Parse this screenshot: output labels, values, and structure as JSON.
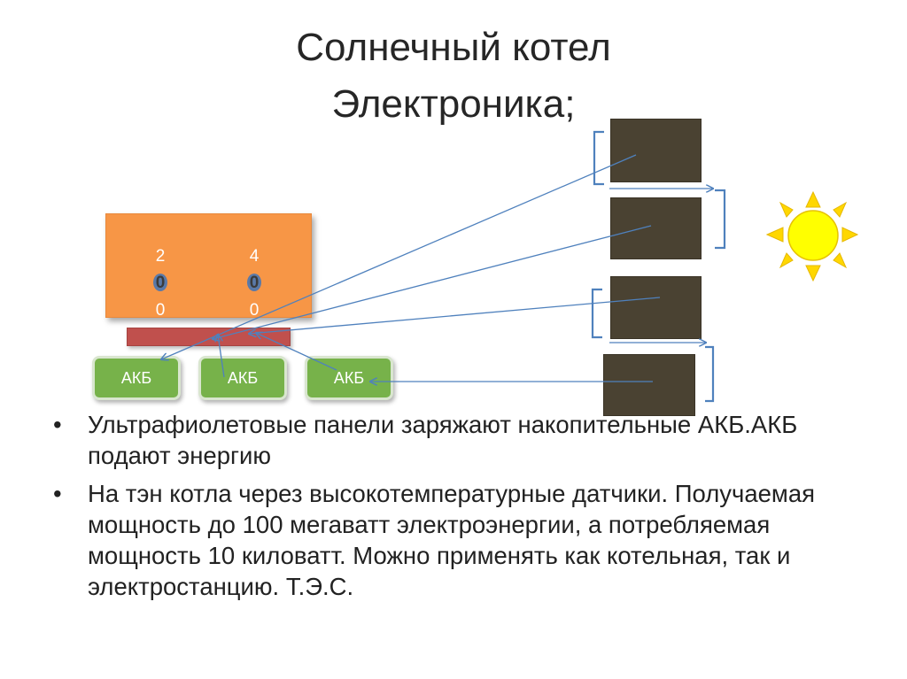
{
  "title": {
    "line1": "Солнечный котел",
    "line2": "Электроника;"
  },
  "boiler": {
    "col1": [
      "2",
      "0",
      "0"
    ],
    "col2": [
      "4",
      "0",
      "0"
    ]
  },
  "batteries": [
    "АКБ",
    "АКБ",
    "АКБ"
  ],
  "bullets": [
    "Ультрафиолетовые панели заряжают накопительные АКБ.АКБ подают энергию",
    "На тэн котла через высокотемпературные датчики. Получаемая мощность до 100 мегаватт электроэнергии, а потребляемая мощность 10 киловатт. Можно применять как котельная, так и электростанцию. Т.Э.С."
  ],
  "bullet_symbol": "•",
  "icons": {
    "sun": "sun-icon"
  },
  "colors": {
    "boiler": "#f79646",
    "red_bar": "#c0504d",
    "battery": "#77b24a",
    "panel": "#4a4232",
    "sun_fill": "#ffff00",
    "sun_rays": "#ffd700",
    "wire": "#4f81bd"
  }
}
